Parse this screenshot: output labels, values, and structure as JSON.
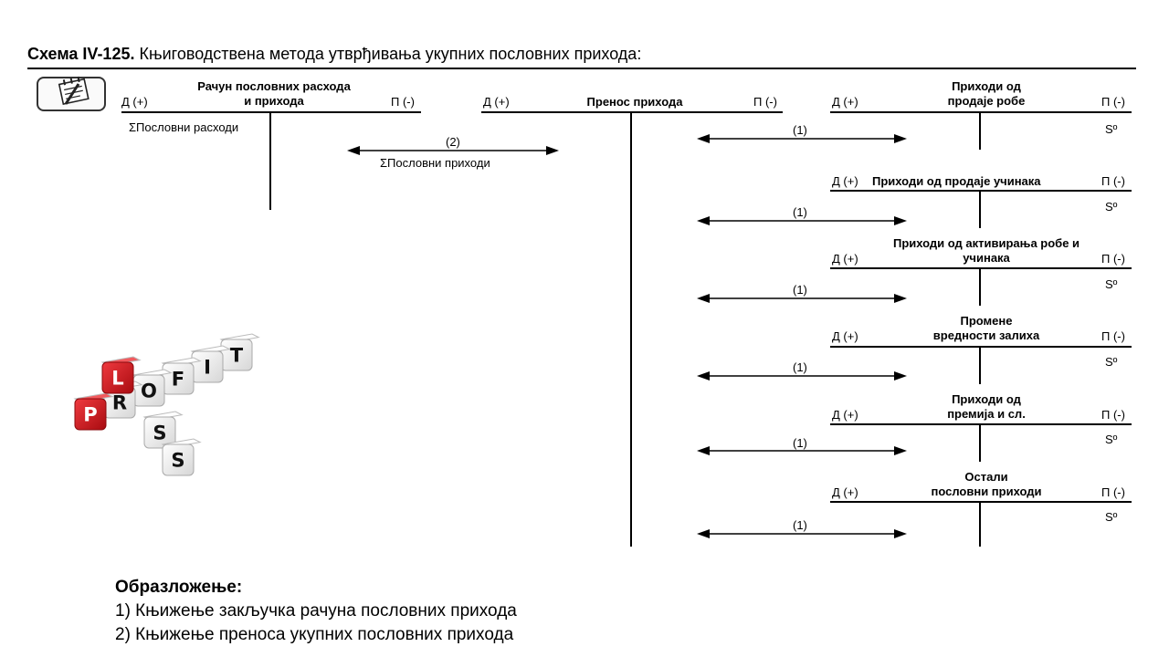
{
  "header": {
    "scheme_id": "Схема IV-125.",
    "title": "Књиговодствена метода утврђивања укупних пословних прихода:"
  },
  "accounts": {
    "expenses_income": {
      "name_line1": "Рачун пословних расхода",
      "name_line2": "и прихода",
      "debit": "Д (+)",
      "credit": "П (-)",
      "entry": "ΣПословни расходи"
    },
    "transfer": {
      "name": "Пренос прихода",
      "debit": "Д (+)",
      "credit": "П (-)"
    },
    "right": [
      {
        "line1": "Приходи од",
        "line2": "продаје робе",
        "debit": "Д (+)",
        "credit": "П (-)",
        "balance": "Sº",
        "arrow": "(1)"
      },
      {
        "line1": "",
        "line2": "Приходи од продаје учинака",
        "debit": "Д (+)",
        "credit": "П (-)",
        "balance": "Sº",
        "arrow": "(1)"
      },
      {
        "line1": "Приходи од активирања робе и",
        "line2": "учинака",
        "debit": "Д (+)",
        "credit": "П (-)",
        "balance": "Sº",
        "arrow": "(1)"
      },
      {
        "line1": "Промене",
        "line2": "вредности залиха",
        "debit": "Д (+)",
        "credit": "П (-)",
        "balance": "Sº",
        "arrow": "(1)"
      },
      {
        "line1": "Приходи од",
        "line2": "премија и сл.",
        "debit": "Д (+)",
        "credit": "П (-)",
        "balance": "Sº",
        "arrow": "(1)"
      },
      {
        "line1": "Остали",
        "line2": "пословни приходи",
        "debit": "Д (+)",
        "credit": "П (-)",
        "balance": "Sº",
        "arrow": "(1)"
      }
    ]
  },
  "arrow2": {
    "num": "(2)",
    "label": "ΣПословни приходи"
  },
  "image_letters": {
    "profit": "PROFIT",
    "loss": "LOSS",
    "pl": "PL"
  },
  "explanation": {
    "title": "Образложење:",
    "line1": "1) Књижење закључка рачуна пословних прихода",
    "line2": "2) Књижење преноса укупних пословних прихода"
  },
  "colors": {
    "red_cube": "#d8141b",
    "cube": "#f2f2f2",
    "line": "#000000"
  }
}
